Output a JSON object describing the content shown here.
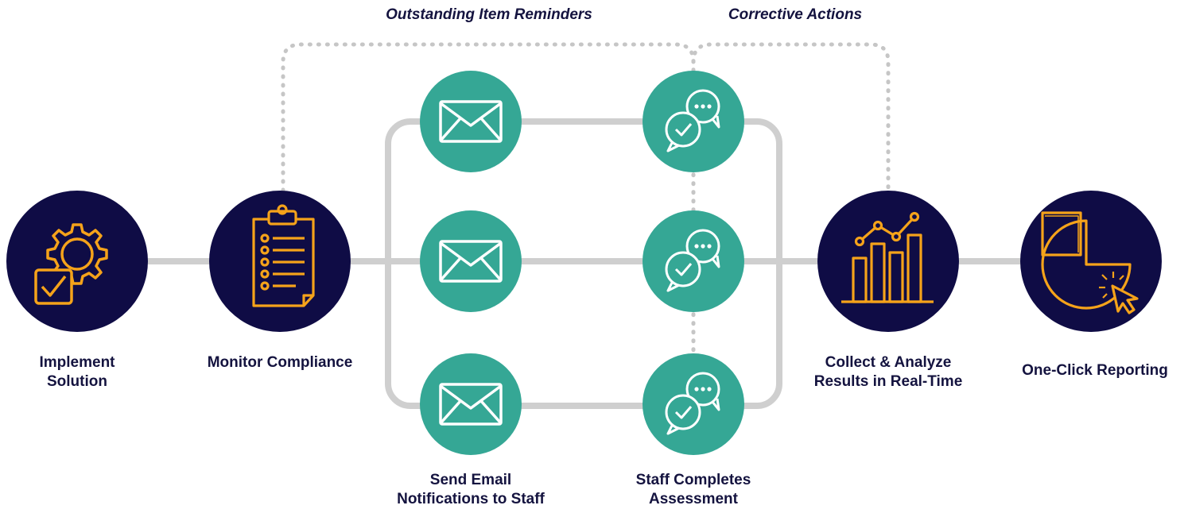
{
  "top_labels": {
    "reminders": "Outstanding Item Reminders",
    "corrective": "Corrective Actions"
  },
  "steps": {
    "implement": {
      "label": "Implement\nSolution",
      "icon": "gear-check-icon"
    },
    "monitor": {
      "label": "Monitor Compliance",
      "icon": "clipboard-checklist-icon"
    },
    "send_email": {
      "label": "Send Email\nNotifications to Staff",
      "icon": "envelope-icon"
    },
    "staff_completes": {
      "label": "Staff Completes\nAssessment",
      "icon": "chat-check-icon"
    },
    "collect": {
      "label": "Collect & Analyze\nResults in Real-Time",
      "icon": "bar-chart-trend-icon"
    },
    "reporting": {
      "label": "One-Click Reporting",
      "icon": "pie-chart-click-icon"
    }
  },
  "colors": {
    "navy": "#0f0c45",
    "teal": "#35a795",
    "orange": "#f5a31a",
    "gray_line": "#cfcfcf",
    "dotted": "#c6c6c6",
    "text": "#14133f"
  }
}
